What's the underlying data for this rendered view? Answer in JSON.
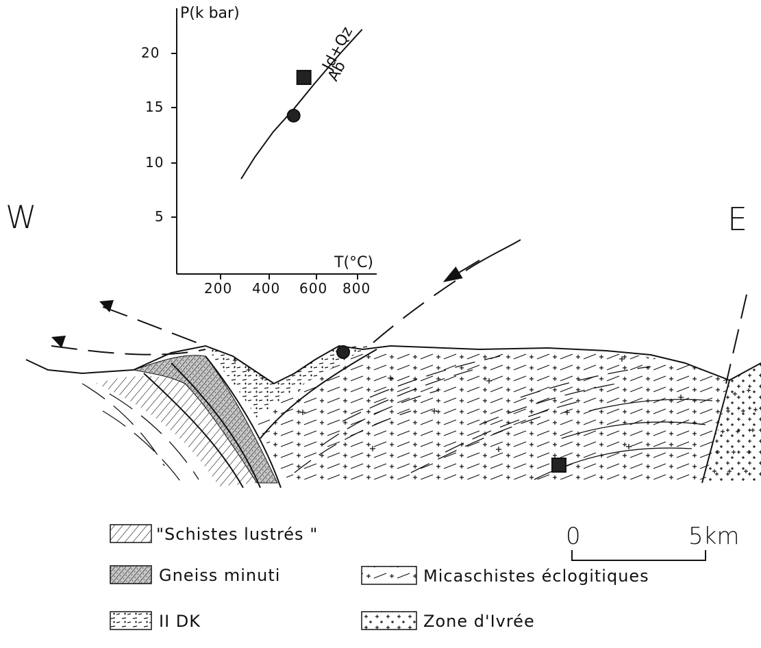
{
  "orientation": {
    "west": "W",
    "east": "E"
  },
  "pt_diagram": {
    "ylabel": "P(k bar)",
    "xlabel": "T(°C)",
    "y_ticks": [
      "5",
      "10",
      "15",
      "20"
    ],
    "x_ticks": [
      "200",
      "400",
      "600",
      "800"
    ],
    "reaction_label_top": "Jd+Qz",
    "reaction_label_bottom": "Ab"
  },
  "chart_data": {
    "type": "scatter",
    "xlabel": "T(°C)",
    "ylabel": "P(k bar)",
    "xlim": [
      0,
      900
    ],
    "ylim": [
      0,
      24
    ],
    "x_ticks": [
      200,
      400,
      600,
      800
    ],
    "y_ticks": [
      5,
      10,
      15,
      20
    ],
    "series": [
      {
        "marker": "square",
        "points": [
          [
            565,
            17.8
          ]
        ]
      },
      {
        "marker": "circle",
        "points": [
          [
            520,
            14.3
          ]
        ]
      }
    ],
    "reaction_curve": {
      "label_top": "Jd+Qz",
      "label_bottom": "Ab",
      "points": [
        [
          290,
          8.5
        ],
        [
          350,
          10.5
        ],
        [
          430,
          12.8
        ],
        [
          520,
          14.9
        ],
        [
          610,
          17.2
        ],
        [
          720,
          19.9
        ],
        [
          820,
          22.2
        ]
      ]
    }
  },
  "legend": {
    "schistes": "\"Schistes lustrés \"",
    "gneiss": "Gneiss minuti",
    "iidk": "II DK",
    "micaschistes": "Micaschistes éclogitiques",
    "ivree": "Zone d'Ivrée"
  },
  "scale_bar": {
    "start": "0",
    "end": "5km"
  }
}
